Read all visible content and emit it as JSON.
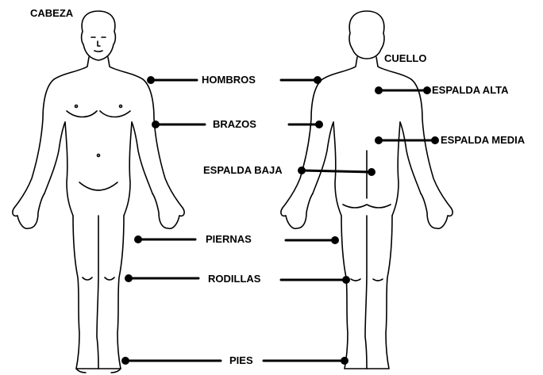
{
  "labels": {
    "cabeza": "CABEZA",
    "cuello": "CUELLO",
    "hombros": "HOMBROS",
    "brazos": "BRAZOS",
    "espalda_alta": "ESPALDA ALTA",
    "espalda_media": "ESPALDA MEDIA",
    "espalda_baja": "ESPALDA BAJA",
    "piernas": "PIERNAS",
    "rodillas": "RODILLAS",
    "pies": "PIES"
  },
  "figures": {
    "front": "front-body-outline",
    "back": "back-body-outline"
  },
  "colors": {
    "line": "#000000",
    "background": "#ffffff"
  }
}
